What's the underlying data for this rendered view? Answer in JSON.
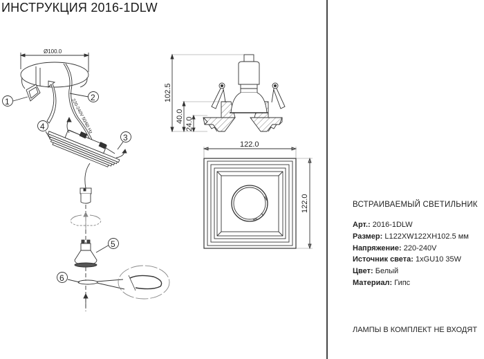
{
  "document": {
    "title": "ИНСТРУКЦИЯ 2016-1DLW"
  },
  "assembly_diagram": {
    "diameter_label": "Ø100.0",
    "wire_label": "220-240V 50/60 Hz",
    "callouts": [
      "1",
      "2",
      "3",
      "4",
      "5",
      "6"
    ]
  },
  "side_view": {
    "dimensions": {
      "total_height": "102.5",
      "body_height": "40.0",
      "flange_height": "24.0"
    }
  },
  "top_view": {
    "dimensions": {
      "width": "122.0",
      "depth": "122.0"
    }
  },
  "specs": {
    "product_type": "ВСТРАИВАЕМЫЙ СВЕТИЛЬНИК",
    "rows": [
      {
        "label": "Арт.:",
        "value": "2016-1DLW"
      },
      {
        "label": "Размер:",
        "value": "L122XW122XH102.5 мм"
      },
      {
        "label": "Напряжение:",
        "value": "220-240V"
      },
      {
        "label": "Источник света:",
        "value": "1xGU10 35W"
      },
      {
        "label": "Цвет:",
        "value": "Белый"
      },
      {
        "label": "Материал:",
        "value": "Гипс"
      }
    ],
    "note": "ЛАМПЫ В КОМПЛЕКТ НЕ ВХОДЯТ"
  }
}
